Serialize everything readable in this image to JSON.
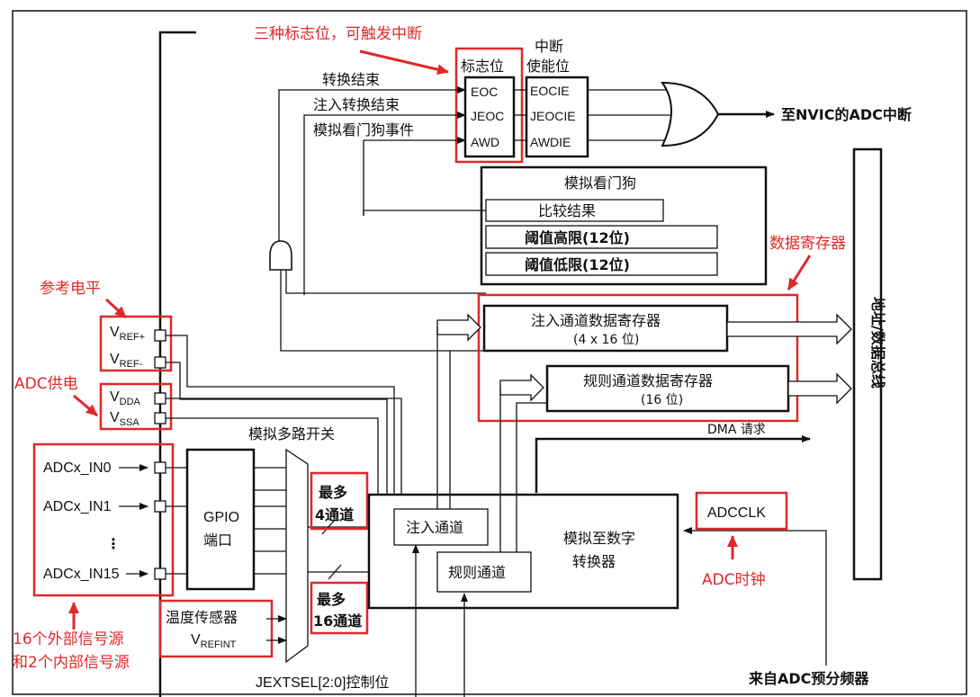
{
  "annotations": {
    "flags_note": "三种标志位，可触发中断",
    "vref_note": "参考电平",
    "power_note": "ADC供电",
    "data_reg_note": "数据寄存器",
    "sources_note_line1": "16个外部信号源",
    "sources_note_line2": "和2个内部信号源",
    "adcclk_note": "ADC时钟"
  },
  "flags": {
    "header": "标志位",
    "items": [
      "EOC",
      "JEOC",
      "AWD"
    ]
  },
  "interrupt_enable": {
    "header_line1": "中断",
    "header_line2": "使能位",
    "items": [
      "EOCIE",
      "JEOCIE",
      "AWDIE"
    ]
  },
  "events": {
    "eoc": "转换结束",
    "jeoc": "注入转换结束",
    "awd": "模拟看门狗事件"
  },
  "nvic_label": "至NVIC的ADC中断",
  "watchdog": {
    "title": "模拟看门狗",
    "compare": "比较结果",
    "high": "阈值高限(12位)",
    "low": "阈值低限(12位)"
  },
  "registers": {
    "injected_title": "注入通道数据寄存器",
    "injected_size": "(4 x 16 位)",
    "regular_title": "规则通道数据寄存器",
    "regular_size": "(16 位)"
  },
  "dma_label": "DMA 请求",
  "bus_label": "地址/数据总线",
  "pins": {
    "vref_plus": "V",
    "vref_plus_sub": "REF+",
    "vref_minus": "V",
    "vref_minus_sub": "REF-",
    "vdda": "V",
    "vdda_sub": "DDA",
    "vssa": "V",
    "vssa_sub": "SSA",
    "in0": "ADCx_IN0",
    "in1": "ADCx_IN1",
    "in15": "ADCx_IN15",
    "ellipsis": "⋮"
  },
  "gpio": {
    "line1": "GPIO",
    "line2": "端口"
  },
  "mux_label": "模拟多路开关",
  "internal": {
    "temp": "温度传感器",
    "vrefint": "V",
    "vrefint_sub": "REFINT"
  },
  "max4": {
    "line1": "最多",
    "line2": "4通道"
  },
  "max16": {
    "line1": "最多",
    "line2": "16通道"
  },
  "converter": {
    "injected": "注入通道",
    "regular": "规则通道",
    "title_line1": "模拟至数字",
    "title_line2": "转换器"
  },
  "adcclk": "ADCCLK",
  "prescaler": "来自ADC预分频器",
  "jextsel": "JEXTSEL[2:0]控制位",
  "colors": {
    "annotation": "#e0282a",
    "line": "#111111"
  }
}
